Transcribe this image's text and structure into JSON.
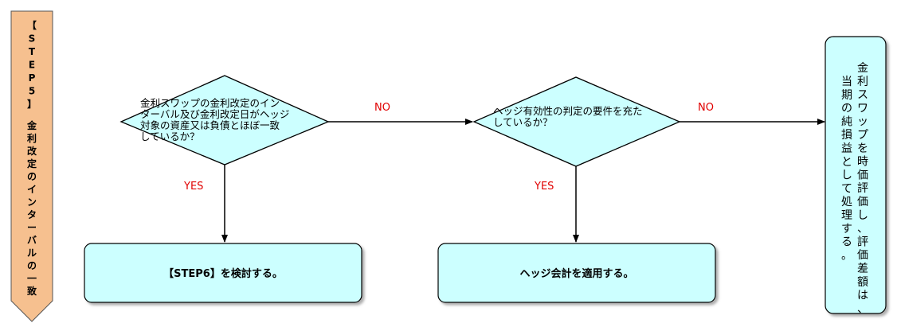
{
  "colors": {
    "sidebar": "#f6c08f",
    "box_fill": "#ccffff",
    "diamond_fill": "#ccffff",
    "label": "#e00000"
  },
  "sidebar": {
    "step": "【STEP5】",
    "title": "金利改定のインターバルの一致"
  },
  "decision1": {
    "lines": [
      "金利スワップの金利改定のイン",
      "ターバル及び金利改定日がヘッジ",
      "対象の資産又は負債とほぼ一致",
      "しているか？"
    ]
  },
  "decision2": {
    "lines": [
      "ヘッジ有効性の判定の要件を充た",
      "しているか？"
    ]
  },
  "labels": {
    "no1": "NO",
    "no2": "NO",
    "yes1": "YES",
    "yes2": "YES"
  },
  "box1": {
    "text": "【STEP6】を検討する。"
  },
  "box2": {
    "text": "ヘッジ会計を適用する。"
  },
  "result": {
    "line1": "金利スワップを時価評価し、評価差額は、",
    "line2": "当期の純損益として処理する。"
  }
}
